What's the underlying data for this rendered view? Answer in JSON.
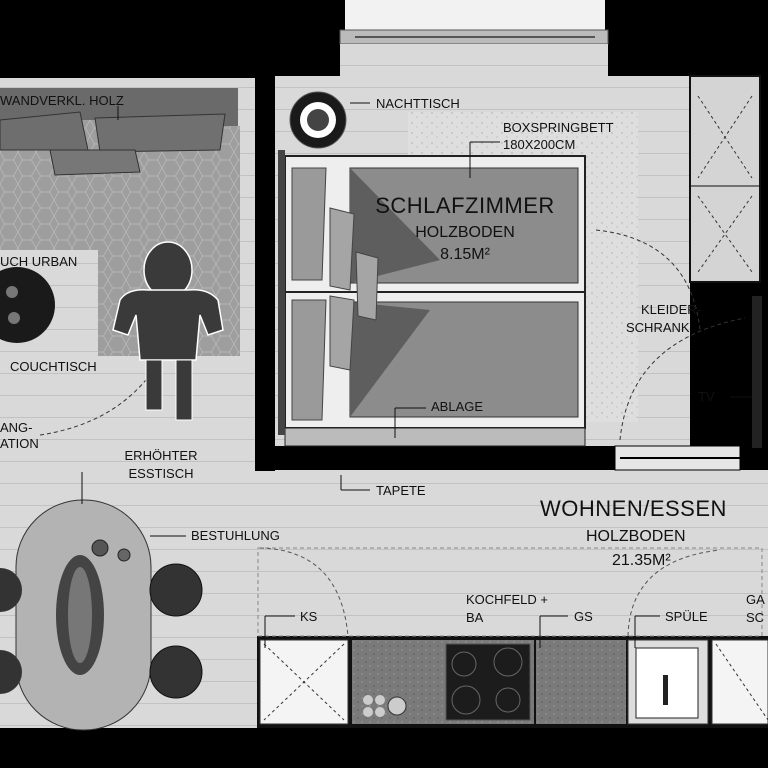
{
  "rooms": {
    "bedroom": {
      "name": "SCHLAFZIMMER",
      "floor": "HOLZBODEN",
      "area": "8.15M²"
    },
    "living": {
      "name": "WOHNEN/ESSEN",
      "floor": "HOLZBODEN",
      "area": "21.35M²"
    }
  },
  "labels": {
    "wall_cladding": "WANDVERKL. HOLZ",
    "sofa": "UCH URBAN",
    "coffee_table": "COUCHTISCH",
    "lighting_line1": "ANG-",
    "lighting_line2": "ATION",
    "nightstand": "NACHTTISCH",
    "boxspring_line1": "BOXSPRINGBETT",
    "boxspring_line2": "180X200CM",
    "wardrobe_line1": "KLEIDER-",
    "wardrobe_line2": "SCHRANK",
    "tv": "TV",
    "shelf": "ABLAGE",
    "wallpaper": "TAPETE",
    "dining_table_line1": "ERHÖHTER",
    "dining_table_line2": "ESSTISCH",
    "seating": "BESTUHLUNG",
    "fridge": "KS",
    "cooktop_line1": "KOCHFELD +",
    "cooktop_line2": "BA",
    "dishwasher": "GS",
    "sink": "SPÜLE",
    "cut_line1": "GA",
    "cut_line2": "SC"
  },
  "colors": {
    "background": "#000000",
    "floor": "#d9d9d9",
    "floor_line": "#c2c2c2",
    "bedding": "#8c8c8c",
    "rug": "#9a9a9a"
  },
  "icons": [
    "person-topview-icon",
    "plant-icon",
    "bed-pillow-icon",
    "cooktop-icon",
    "sink-icon",
    "window-icon"
  ]
}
